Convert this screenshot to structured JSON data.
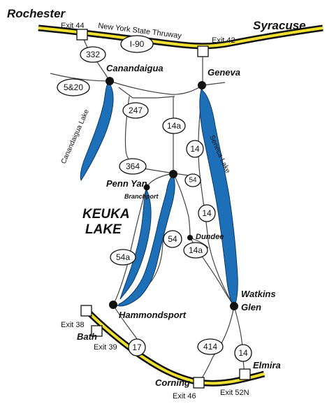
{
  "cities": {
    "rochester": "Rochester",
    "syracuse": "Syracuse",
    "canandaigua": "Canandaigua",
    "geneva": "Geneva",
    "penn_yan": "Penn Yan",
    "branchport": "Branchport",
    "dundee": "Dundee",
    "watkins_glen_1": "Watkins",
    "watkins_glen_2": "Glen",
    "hammondsport": "Hammondsport",
    "bath": "Bath",
    "corning": "Corning",
    "elmira": "Elmira"
  },
  "lakes": {
    "keuka_1": "KEUKA",
    "keuka_2": "LAKE",
    "canandaigua": "Canandaigua Lake",
    "seneca": "Seneca Lake"
  },
  "thruway": {
    "name": "New York State Thruway",
    "route": "I-90"
  },
  "exits": {
    "exit44": "Exit 44",
    "exit42": "Exit 42",
    "exit38": "Exit 38",
    "exit39": "Exit 39",
    "exit46": "Exit 46",
    "exit52n": "Exit 52N"
  },
  "routes": {
    "r332": "332",
    "r5_20": "5&20",
    "r247": "247",
    "r14a_north": "14a",
    "r14_north": "14",
    "r364": "364",
    "r54_north": "54",
    "r14_mid": "14",
    "r54": "54",
    "r14a_south": "14a",
    "r54a": "54a",
    "r17": "17",
    "r414": "414",
    "r14_south": "14"
  },
  "colors": {
    "lake": "#1d6fb8",
    "thruway_fill": "#f0e030",
    "thruway_edge": "#111111"
  }
}
